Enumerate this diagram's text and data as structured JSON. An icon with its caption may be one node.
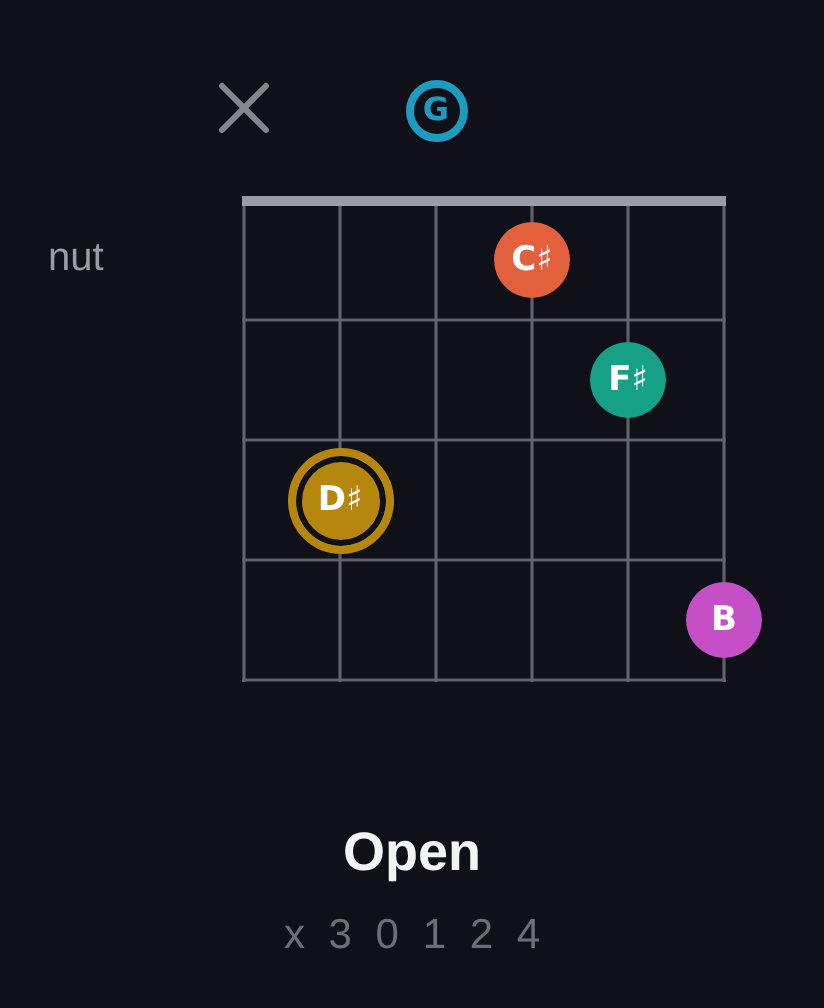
{
  "diagram": {
    "title": "Open",
    "nodes": [
      {
        "text": [
          "G"
        ]
      },
      {
        "text": [
          "C♯"
        ]
      },
      {
        "text": [
          "F♯"
        ]
      },
      {
        "text": [
          "D♯"
        ]
      },
      {
        "text": [
          "B"
        ]
      }
    ],
    "labels": [
      "nut",
      "x 3 0 1 2 4"
    ]
  }
}
